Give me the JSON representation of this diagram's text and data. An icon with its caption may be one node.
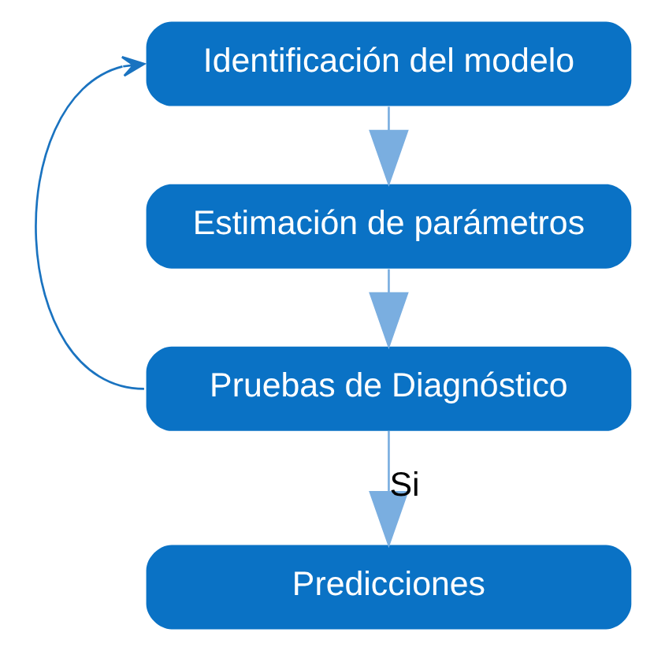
{
  "diagram": {
    "nodes": [
      {
        "text": [
          "Identificación del modelo"
        ]
      },
      {
        "text": [
          "Estimación de parámetros"
        ]
      },
      {
        "text": [
          "Pruebas de Diagnóstico"
        ]
      },
      {
        "text": [
          "Predicciones"
        ]
      }
    ],
    "edges": [
      {
        "from": 0,
        "to": 1,
        "arrow": "to"
      },
      {
        "from": 1,
        "to": 2,
        "arrow": "to"
      },
      {
        "from": 2,
        "to": 3,
        "arrow": "to",
        "label": "Si"
      },
      {
        "from": 2,
        "to": 0,
        "arrow": "to",
        "color": "#1a73c0"
      }
    ]
  }
}
